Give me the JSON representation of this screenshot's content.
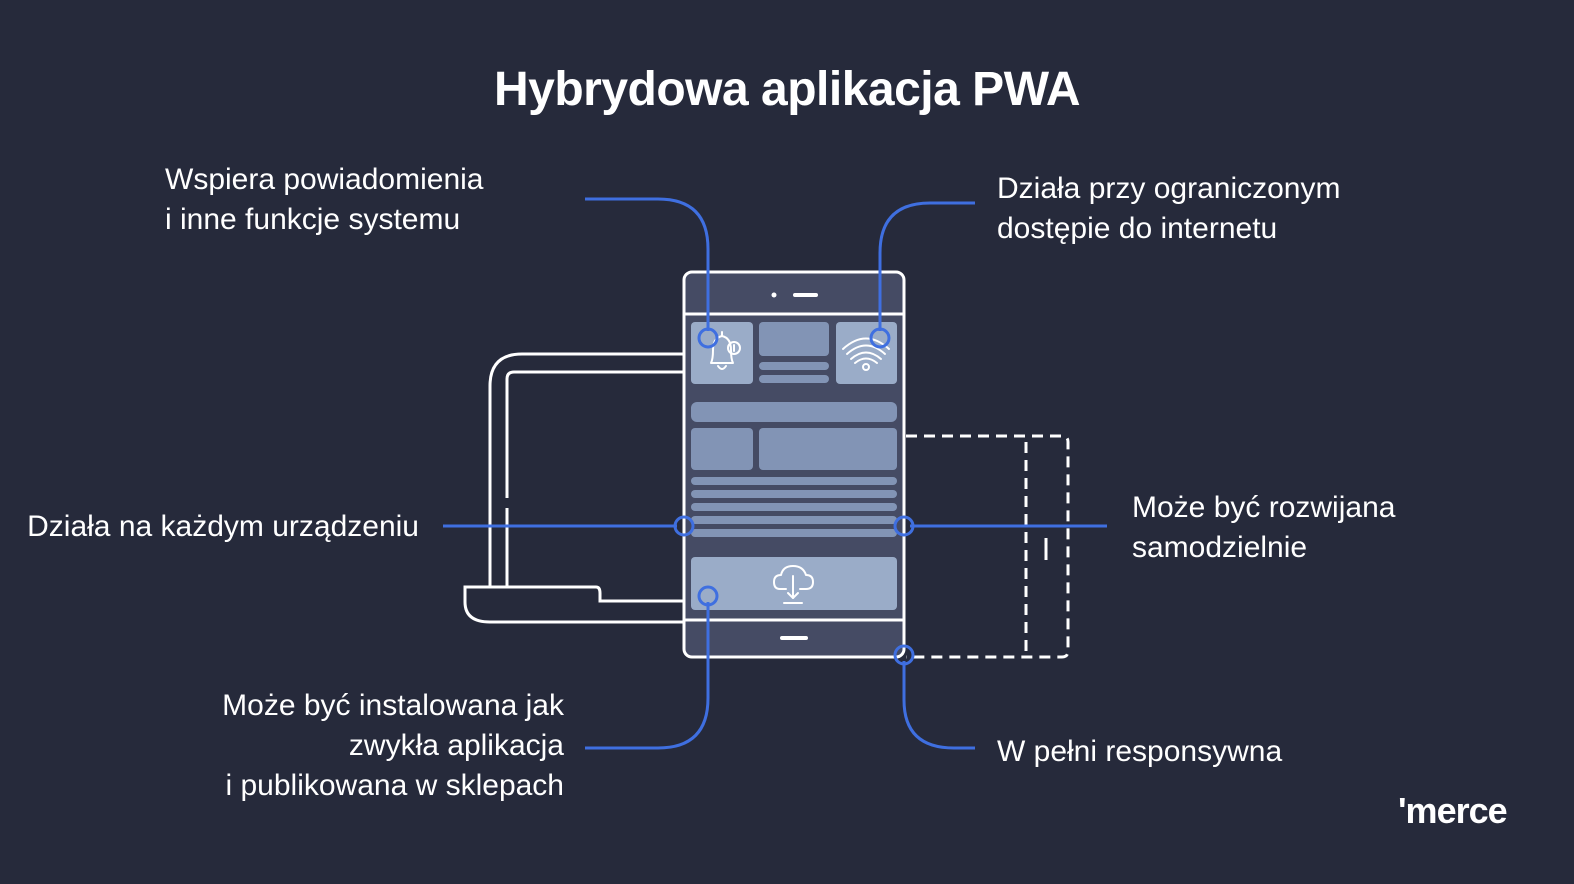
{
  "title": "Hybrydowa aplikacja PWA",
  "labels": {
    "notifications": [
      "Wspiera powiadomienia",
      "i inne funkcje systemu"
    ],
    "offline": [
      "Działa przy ograniczonym",
      "dostępie do internetu"
    ],
    "any_device": [
      "Działa na każdym urządzeniu"
    ],
    "independent": [
      "Może być rozwijana",
      "samodzielnie"
    ],
    "installable": [
      "Może być instalowana jak",
      "zwykła aplikacja",
      "i publikowana w sklepach"
    ],
    "responsive": [
      "W pełni responsywna"
    ]
  },
  "logo": "'merce",
  "colors": {
    "background": "#262a3b",
    "accent": "#3f6fe0",
    "outline": "#ffffff",
    "phone_screen": "#454b64",
    "phone_block": "#8294b5",
    "phone_block_light": "#9aacc8"
  },
  "icons": [
    "bell-icon",
    "wifi-icon",
    "cloud-download-icon"
  ]
}
